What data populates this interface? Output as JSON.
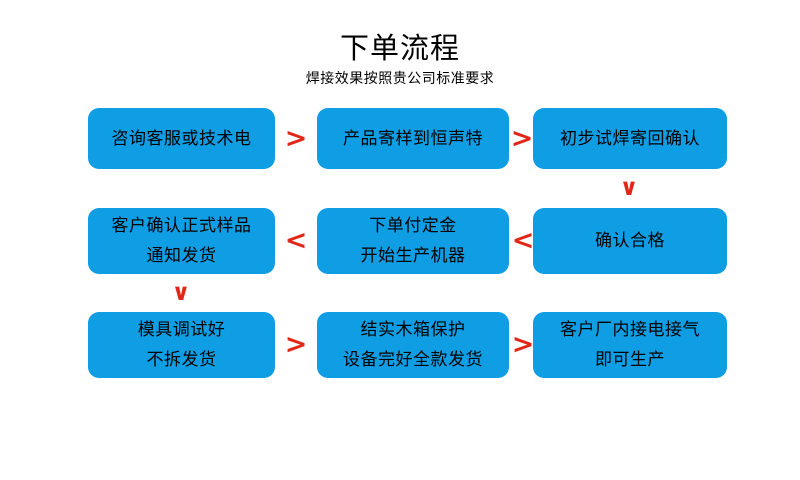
{
  "header": {
    "title": "下单流程",
    "subtitle": "焊接效果按照贵公司标准要求"
  },
  "colors": {
    "node_fill": "#0F9EE4",
    "arrow": "#E02718",
    "background": "#FFFFFF",
    "text": "#000000"
  },
  "flow": {
    "nodes": [
      {
        "id": "n1",
        "row": 1,
        "col": 1,
        "lines": [
          "咨询客服或技术电"
        ]
      },
      {
        "id": "n2",
        "row": 1,
        "col": 2,
        "lines": [
          "产品寄样到恒声特"
        ]
      },
      {
        "id": "n3",
        "row": 1,
        "col": 3,
        "lines": [
          "初步试焊寄回确认"
        ]
      },
      {
        "id": "n4",
        "row": 2,
        "col": 3,
        "lines": [
          "确认合格"
        ]
      },
      {
        "id": "n5",
        "row": 2,
        "col": 2,
        "lines": [
          "下单付定金",
          "开始生产机器"
        ]
      },
      {
        "id": "n6",
        "row": 2,
        "col": 1,
        "lines": [
          "客户确认正式样品",
          "通知发货"
        ]
      },
      {
        "id": "n7",
        "row": 3,
        "col": 1,
        "lines": [
          "模具调试好",
          "不拆发货"
        ]
      },
      {
        "id": "n8",
        "row": 3,
        "col": 2,
        "lines": [
          "结实木箱保护",
          "设备完好全款发货"
        ]
      },
      {
        "id": "n9",
        "row": 3,
        "col": 3,
        "lines": [
          "客户厂内接电接气",
          "即可生产"
        ]
      }
    ],
    "arrows": [
      {
        "id": "a1",
        "glyph": ">",
        "direction": "right",
        "from": "n1",
        "to": "n2"
      },
      {
        "id": "a2",
        "glyph": ">",
        "direction": "right",
        "from": "n2",
        "to": "n3"
      },
      {
        "id": "a3",
        "glyph": "∨",
        "direction": "down",
        "from": "n3",
        "to": "n4"
      },
      {
        "id": "a4",
        "glyph": "<",
        "direction": "left",
        "from": "n4",
        "to": "n5"
      },
      {
        "id": "a5",
        "glyph": "<",
        "direction": "left",
        "from": "n5",
        "to": "n6"
      },
      {
        "id": "a6",
        "glyph": "∨",
        "direction": "down",
        "from": "n6",
        "to": "n7"
      },
      {
        "id": "a7",
        "glyph": ">",
        "direction": "right",
        "from": "n7",
        "to": "n8"
      },
      {
        "id": "a8",
        "glyph": ">",
        "direction": "right",
        "from": "n8",
        "to": "n9"
      }
    ]
  }
}
